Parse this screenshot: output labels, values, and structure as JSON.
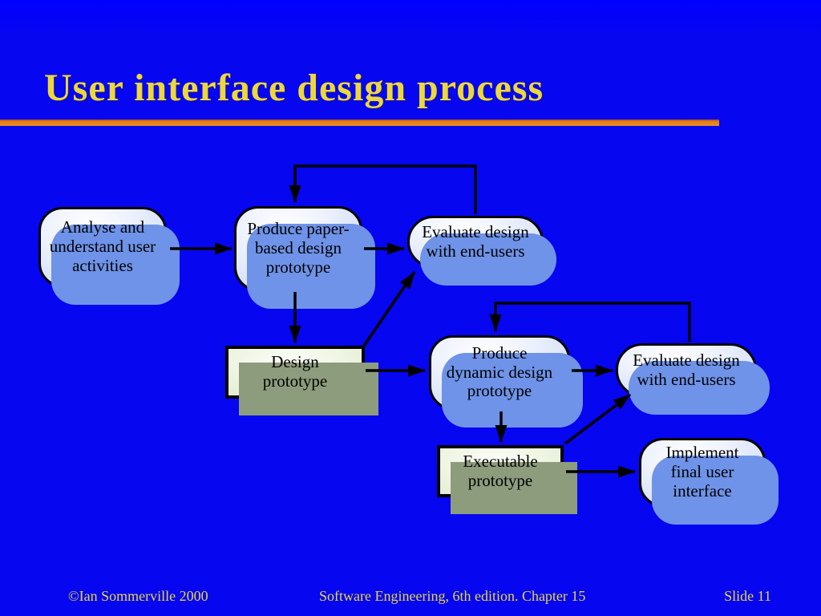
{
  "slide": {
    "title": "User interface design process",
    "footer": {
      "left": "©Ian Sommerville 2000",
      "center": "Software Engineering, 6th edition. Chapter 15",
      "right": "Slide 11"
    }
  },
  "colors": {
    "background": "#0606f0",
    "title_text": "#ecd83e",
    "title_rule": "#e0831d",
    "node_fill_blue": "#d8e2f8",
    "node_shadow_blue": "#6e93e8",
    "node_fill_green": "#eef5e2",
    "node_shadow_green": "#8d9c7c",
    "node_border": "#000000",
    "arrow": "#000000"
  },
  "diagram": {
    "nodes": [
      {
        "id": "analyse",
        "shape": "rounded",
        "label": "Analyse and\nunderstand user\nactivities"
      },
      {
        "id": "paper",
        "shape": "rounded",
        "label": "Produce paper-\nbased design\nprototype"
      },
      {
        "id": "evaluate1",
        "shape": "rounded",
        "label": "Evaluate design\nwith end-users"
      },
      {
        "id": "design",
        "shape": "rectangle",
        "label": "Design\nprototype"
      },
      {
        "id": "dynamic",
        "shape": "rounded",
        "label": "Produce\ndynamic design\nprototype"
      },
      {
        "id": "evaluate2",
        "shape": "rounded",
        "label": "Evaluate design\nwith end-users"
      },
      {
        "id": "executable",
        "shape": "rectangle",
        "label": "Executable\nprototype"
      },
      {
        "id": "implement",
        "shape": "rounded",
        "label": "Implement\nfinal user\ninterface"
      }
    ]
  }
}
